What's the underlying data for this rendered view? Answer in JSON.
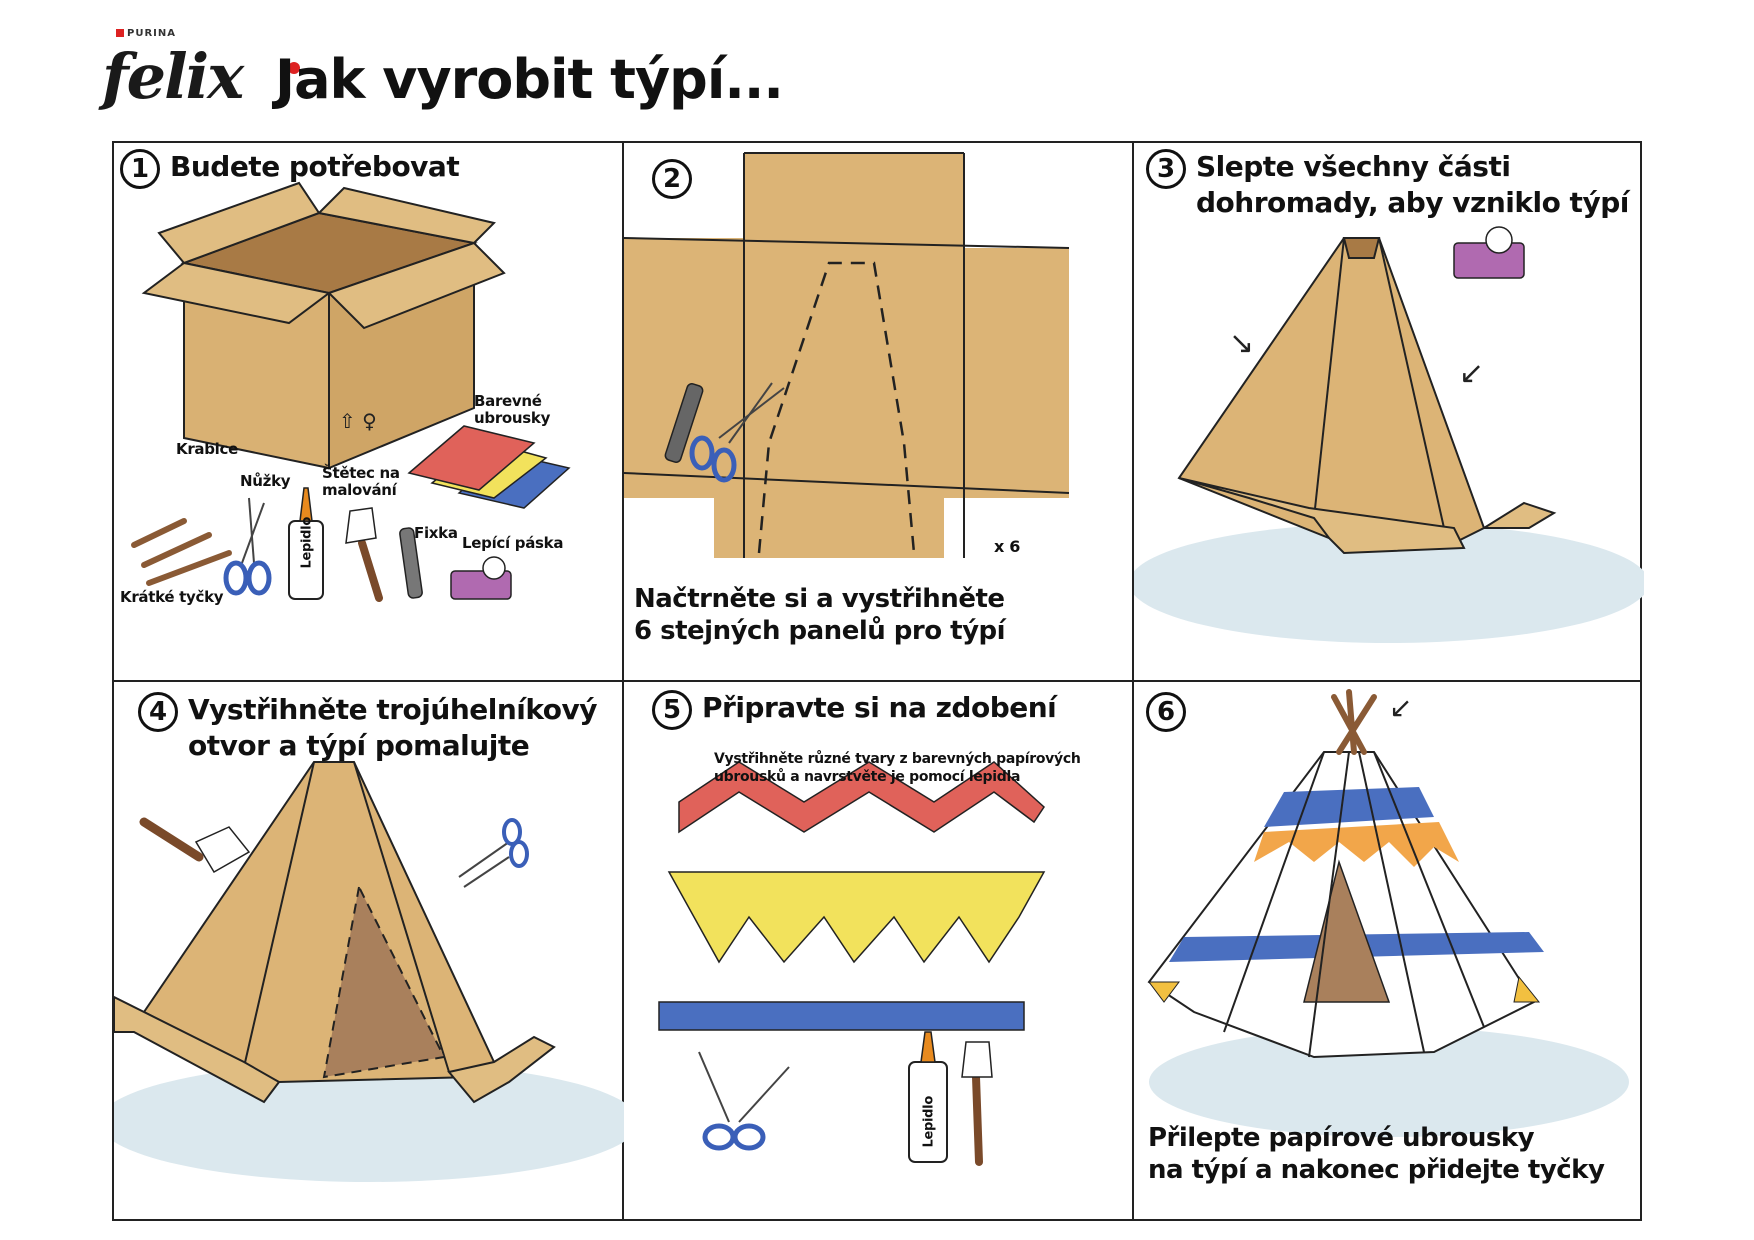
{
  "header": {
    "brand_small": "PURINA",
    "brand": "felix",
    "title": "Jak vyrobit týpí..."
  },
  "steps": [
    {
      "number": "1",
      "title": "Budete potřebovat",
      "labels": {
        "krabice": "Krabice",
        "barevne": "Barevné ubrousky",
        "nuzky": "Nůžky",
        "stetec": "Štětec na malování",
        "fixka": "Fixka",
        "lepici": "Lepící páska",
        "lepidlo": "Lepidlo",
        "tycky": "Krátké tyčky"
      }
    },
    {
      "number": "2",
      "caption_line1": "Načtrněte si a vystřihněte",
      "caption_line2": "6 stejných panelů pro týpí",
      "multiplier": "x 6"
    },
    {
      "number": "3",
      "title_line1": "Slepte všechny části",
      "title_line2": "dohromady, aby vzniklo týpí"
    },
    {
      "number": "4",
      "title_line1": "Vystřihněte trojúhelníkový",
      "title_line2": "otvor a týpí pomalujte"
    },
    {
      "number": "5",
      "title": "Připravte si na zdobení",
      "sub_line1": "Vystřihněte různé tvary z barevných papírových",
      "sub_line2": "ubrousků a navrstvěte je pomocí lepidla",
      "lepidlo": "Lepidlo"
    },
    {
      "number": "6",
      "caption_line1": "Přilepte papírové ubrousky",
      "caption_line2": "na týpí a nakonec přidejte tyčky"
    }
  ],
  "colors": {
    "cardboard": "#dcb476",
    "cardboard_dark": "#c49a5c",
    "ground": "#dbe8ee",
    "red": "#e0625a",
    "yellow": "#f2e25c",
    "blue": "#4a6fc0",
    "purple": "#b06ab0",
    "brown": "#a9805c"
  }
}
